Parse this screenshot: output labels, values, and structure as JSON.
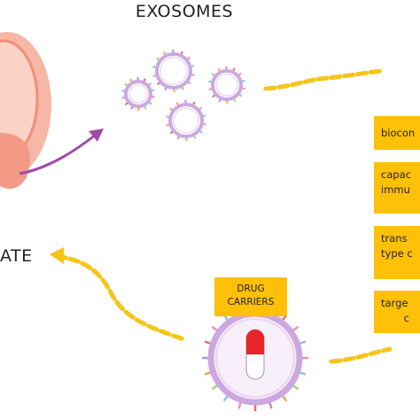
{
  "title": "EXOSOMES",
  "left_label": "ATE",
  "drug_box": {
    "text": "DRUG\nCARRIERS"
  },
  "properties": [
    {
      "text": "biocon"
    },
    {
      "text": "capac\nimmu"
    },
    {
      "text": "trans\ntype c"
    },
    {
      "text": "targe\n       c"
    }
  ],
  "colors": {
    "box_fill": "#ffc107",
    "dashed_path": "#f5c518",
    "arrow": "#a04aa8",
    "organ": "#f29a86",
    "membrane": "#cda8e0"
  }
}
